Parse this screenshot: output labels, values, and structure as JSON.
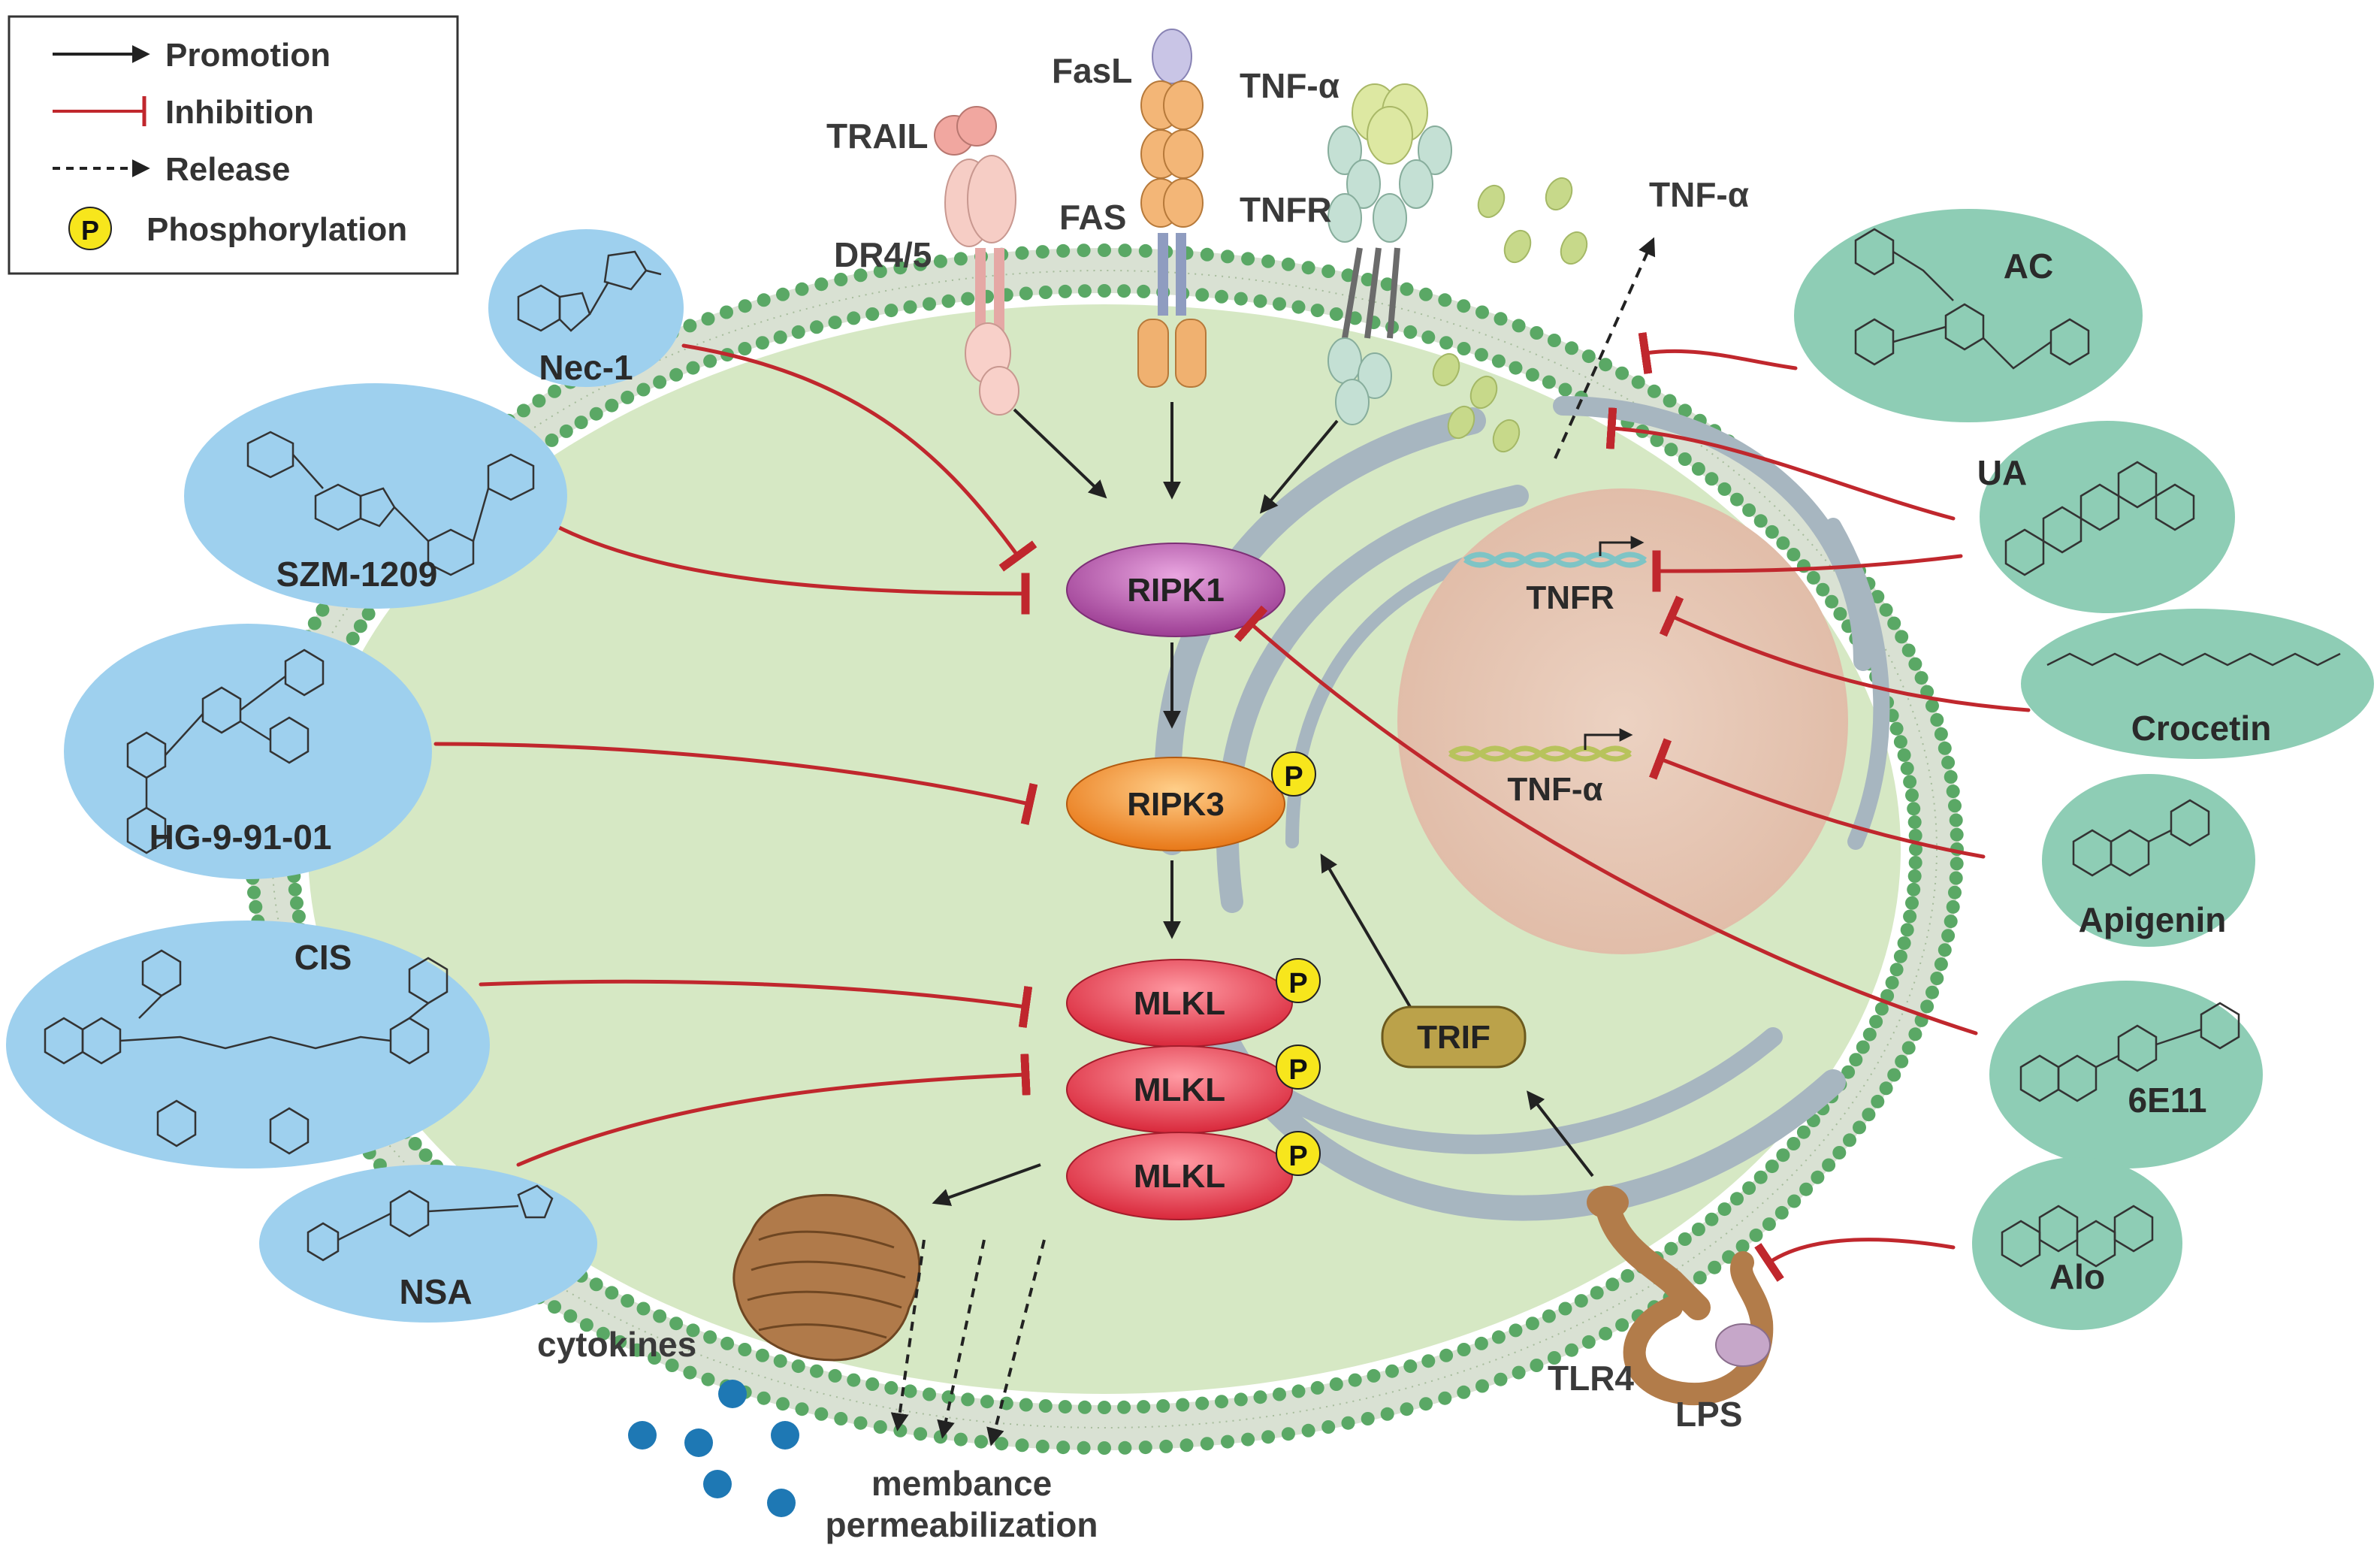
{
  "legend": {
    "promotion": "Promotion",
    "inhibition": "Inhibition",
    "release": "Release",
    "phospho_symbol": "P",
    "phosphorylation": "Phosphorylation"
  },
  "receptors": {
    "trail": "TRAIL",
    "dr45": "DR4/5",
    "fasl": "FasL",
    "fas": "FAS",
    "tnfa_ligand": "TNF-α",
    "tnfr": "TNFR",
    "tnfa_released": "TNF-α"
  },
  "nodes": {
    "ripk1": "RIPK1",
    "ripk3": "RIPK3",
    "mlkl_1": "MLKL",
    "mlkl_2": "MLKL",
    "mlkl_3": "MLKL",
    "trif": "TRIF",
    "tlr4": "TLR4",
    "lps": "LPS",
    "phospho": "P"
  },
  "nucleus": {
    "gene_tnfr": "TNFR",
    "gene_tnfa": "TNF-α"
  },
  "outputs": {
    "cytokines": "cytokines",
    "membrane_line1": "membance",
    "membrane_line2": "permeabilization"
  },
  "inhibitors_left": [
    "Nec-1",
    "SZM-1209",
    "HG-9-91-01",
    "CIS",
    "NSA"
  ],
  "inhibitors_right": [
    "AC",
    "UA",
    "Crocetin",
    "Apigenin",
    "6E11",
    "Alo"
  ],
  "colors": {
    "promotion_arrow": "#222222",
    "inhibition": "#c0272d",
    "cytoplasm": "#d6e8c4",
    "membrane_bead": "#5aa865",
    "left_drug_bg": "#9ed0ee",
    "right_drug_bg": "#8ecdb5",
    "ripk1": "#b255a8",
    "ripk3": "#f08a25",
    "mlkl": "#e8404f",
    "trif": "#bba24a",
    "nucleus": "#e6c6b2",
    "er": "#a8b8c2",
    "phospho": "#f7e61c",
    "cytokine_dot": "#1e78b4",
    "tnf_particle": "#c7d98a"
  }
}
